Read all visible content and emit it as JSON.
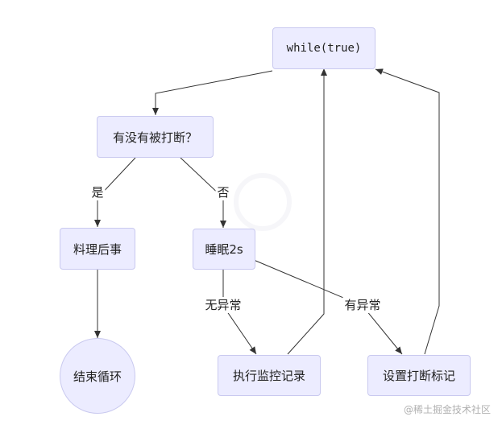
{
  "nodes": {
    "while_loop": "while(true)",
    "interrupted_check": "有没有被打断？",
    "cleanup": "料理后事",
    "sleep": "睡眠2s",
    "end_loop": "结束循环",
    "log_monitor": "执行监控记录",
    "set_flag": "设置打断标记"
  },
  "edges": {
    "yes": "是",
    "no": "否",
    "no_exception": "无异常",
    "has_exception": "有异常"
  },
  "watermark": "@稀土掘金技术社区"
}
